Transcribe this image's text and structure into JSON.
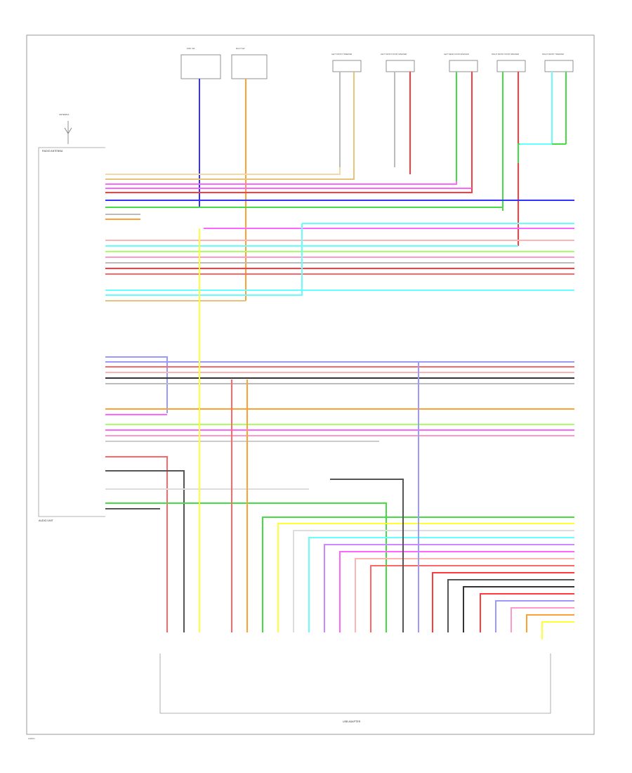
{
  "labels": {
    "audio_unit": "AUDIO UNIT",
    "usb_adapter": "USB ADAPTER",
    "antenna": "ANTENNA",
    "radio_antenna": "RADIO ANTENNA",
    "page_code": "AUDIO1"
  },
  "speakers": [
    {
      "name": "LEFT FRONT TWEETER"
    },
    {
      "name": "LEFT FRONT DOOR SPEAKER"
    },
    {
      "name": "LEFT REAR DOOR SPEAKER"
    },
    {
      "name": "RIGHT FRONT DOOR SPEAKER"
    },
    {
      "name": "RIGHT FRONT TWEETER"
    }
  ],
  "top_modules": [
    {
      "name": "DISP. SW"
    },
    {
      "name": "MULTI SW"
    }
  ],
  "wire_colors": {
    "red": "#ff3b3b",
    "pink": "#ff66ff",
    "magenta": "#ff00ff",
    "blue": "#3333ff",
    "light_blue": "#66ffff",
    "yellow": "#ffff33",
    "orange": "#ffa033",
    "tan": "#e6c27a",
    "green": "#44dd44",
    "light_green": "#aaff66",
    "gray": "#9a9a9a",
    "black": "#333333",
    "violet": "#cc88ff",
    "white": "#f2f2f2"
  }
}
